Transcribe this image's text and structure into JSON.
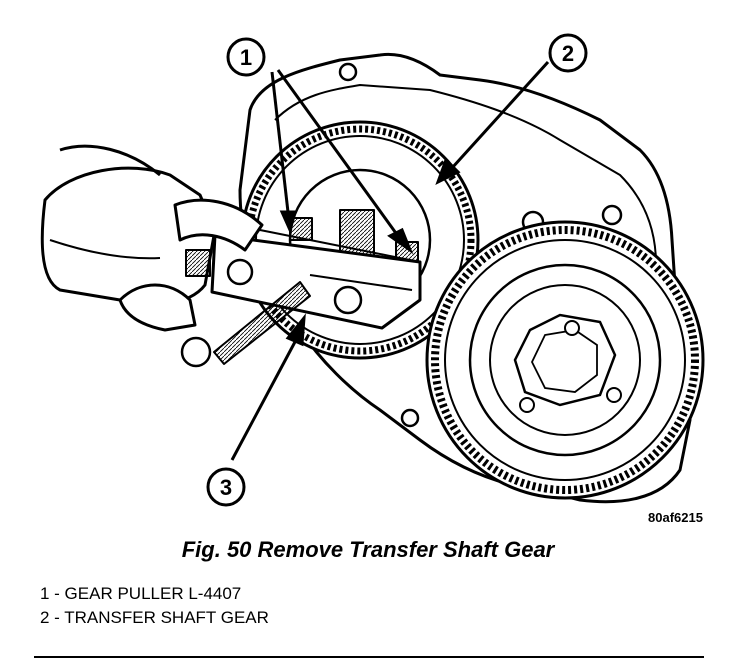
{
  "figure": {
    "code": "80af6215",
    "caption": "Fig. 50 Remove Transfer Shaft Gear",
    "callouts": [
      "1",
      "2",
      "3"
    ]
  },
  "legend": [
    {
      "text": "1 - GEAR PULLER L-4407"
    },
    {
      "text": "2 - TRANSFER SHAFT GEAR"
    }
  ]
}
